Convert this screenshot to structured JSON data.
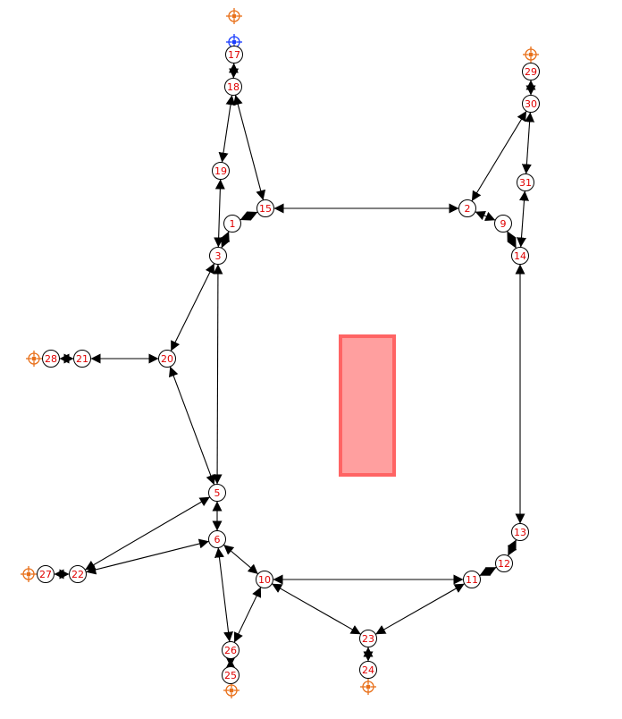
{
  "colors": {
    "node_label": "#e00000",
    "edge": "#000000",
    "obstacle_fill": "#ff9a9a",
    "obstacle_stroke": "#ff5c5c",
    "marker_orange": "#e8701a",
    "marker_blue": "#1a3cff"
  },
  "nodes": [
    {
      "id": "1",
      "label": "1"
    },
    {
      "id": "2",
      "label": "2"
    },
    {
      "id": "3",
      "label": "3"
    },
    {
      "id": "5",
      "label": "5"
    },
    {
      "id": "6",
      "label": "6"
    },
    {
      "id": "9",
      "label": "9"
    },
    {
      "id": "10",
      "label": "10"
    },
    {
      "id": "11",
      "label": "11"
    },
    {
      "id": "12",
      "label": "12"
    },
    {
      "id": "13",
      "label": "13"
    },
    {
      "id": "14",
      "label": "14"
    },
    {
      "id": "15",
      "label": "15"
    },
    {
      "id": "17",
      "label": "17"
    },
    {
      "id": "18",
      "label": "18"
    },
    {
      "id": "19",
      "label": "19"
    },
    {
      "id": "20",
      "label": "20"
    },
    {
      "id": "21",
      "label": "21"
    },
    {
      "id": "22",
      "label": "22"
    },
    {
      "id": "23",
      "label": "23"
    },
    {
      "id": "24",
      "label": "24"
    },
    {
      "id": "25",
      "label": "25"
    },
    {
      "id": "26",
      "label": "26"
    },
    {
      "id": "27",
      "label": "27"
    },
    {
      "id": "28",
      "label": "28"
    },
    {
      "id": "29",
      "label": "29"
    },
    {
      "id": "30",
      "label": "30"
    },
    {
      "id": "31",
      "label": "31"
    }
  ],
  "edges": [
    [
      "1",
      "3"
    ],
    [
      "1",
      "15"
    ],
    [
      "15",
      "2"
    ],
    [
      "2",
      "9"
    ],
    [
      "9",
      "14"
    ],
    [
      "2",
      "30"
    ],
    [
      "30",
      "29"
    ],
    [
      "30",
      "31"
    ],
    [
      "31",
      "14"
    ],
    [
      "14",
      "13"
    ],
    [
      "13",
      "12"
    ],
    [
      "12",
      "11"
    ],
    [
      "11",
      "10"
    ],
    [
      "11",
      "23"
    ],
    [
      "23",
      "24"
    ],
    [
      "23",
      "10"
    ],
    [
      "10",
      "6"
    ],
    [
      "10",
      "26"
    ],
    [
      "26",
      "25"
    ],
    [
      "26",
      "6"
    ],
    [
      "6",
      "5"
    ],
    [
      "6",
      "22"
    ],
    [
      "5",
      "22"
    ],
    [
      "22",
      "27"
    ],
    [
      "5",
      "3"
    ],
    [
      "5",
      "20"
    ],
    [
      "20",
      "3"
    ],
    [
      "20",
      "21"
    ],
    [
      "21",
      "28"
    ],
    [
      "3",
      "19"
    ],
    [
      "19",
      "18"
    ],
    [
      "18",
      "15"
    ],
    [
      "18",
      "17"
    ]
  ],
  "markers": [
    {
      "near": "17",
      "color": "orange"
    },
    {
      "near": "17",
      "color": "blue"
    },
    {
      "near": "29",
      "color": "orange"
    },
    {
      "near": "28",
      "color": "orange"
    },
    {
      "near": "27",
      "color": "orange"
    },
    {
      "near": "25",
      "color": "orange"
    },
    {
      "near": "24",
      "color": "orange"
    }
  ]
}
